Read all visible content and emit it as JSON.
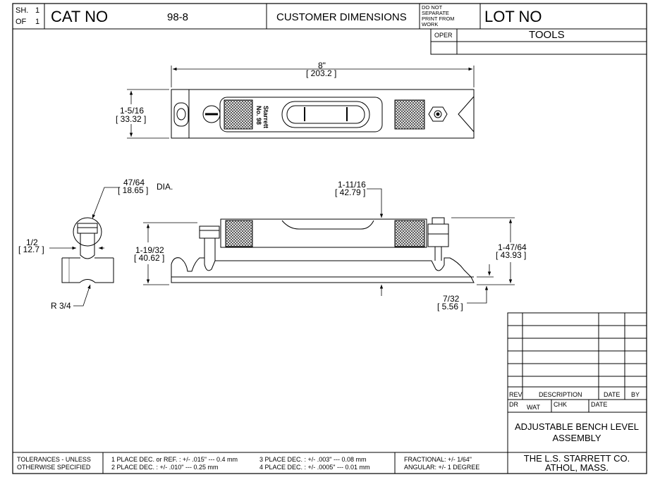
{
  "title_block": {
    "sheet_label": "SH.",
    "sheet_num": "1",
    "of_label": "OF",
    "of_num": "1",
    "cat_no_label": "CAT NO",
    "cat_no_value": "98-8",
    "customer_dimensions": "CUSTOMER DIMENSIONS",
    "do_not_separate": [
      "DO NOT",
      "SEPARATE",
      "PRINT FROM",
      "WORK"
    ],
    "lot_no_label": "LOT NO",
    "oper_label": "OPER",
    "tools_label": "TOOLS"
  },
  "top_view": {
    "length_in": "8\"",
    "length_mm": "[ 203.2 ]",
    "height_in": "1-5/16",
    "height_mm": "[ 33.32 ]",
    "brand": [
      "Starrett",
      "No. 98"
    ]
  },
  "end_view": {
    "dia_in": "47/64",
    "dia_mm": "[ 18.65 ]",
    "dia_suffix": "DIA.",
    "offset_in": "1/2",
    "offset_mm": "[ 12.7 ]",
    "radius": "R 3/4"
  },
  "side_view": {
    "vial_height_in": "1-11/16",
    "vial_height_mm": "[ 42.79 ]",
    "body_height_in": "1-19/32",
    "body_height_mm": "[ 40.62 ]",
    "overall_height_in": "1-47/64",
    "overall_height_mm": "[ 43.93 ]",
    "base_in": "7/32",
    "base_mm": "[ 5.56 ]"
  },
  "revision_block": {
    "rev_label": "REV",
    "description_label": "DESCRIPTION",
    "date_label": "DATE",
    "by_label": "BY",
    "dr_label": "DR",
    "dr_value": "WAT",
    "chk_label": "CHK",
    "date2_label": "DATE"
  },
  "title": [
    "ADJUSTABLE BENCH LEVEL",
    "ASSEMBLY"
  ],
  "company": [
    "THE L.S. STARRETT CO.",
    "ATHOL, MASS."
  ],
  "tolerances": {
    "label": [
      "TOLERANCES - UNLESS",
      "OTHERWISE SPECIFIED"
    ],
    "col1": [
      "1 PLACE DEC. or REF. :  +/- .015\" --- 0.4 mm",
      "2 PLACE DEC. :  +/- .010\" --- 0.25 mm"
    ],
    "col2": [
      "3 PLACE DEC. :  +/- .003\" --- 0.08 mm",
      "4 PLACE DEC. :  +/- .0005\" --- 0.01 mm"
    ],
    "col3": [
      "FRACTIONAL: +/- 1/64\"",
      "ANGULAR:  +/- 1 DEGREE"
    ]
  }
}
